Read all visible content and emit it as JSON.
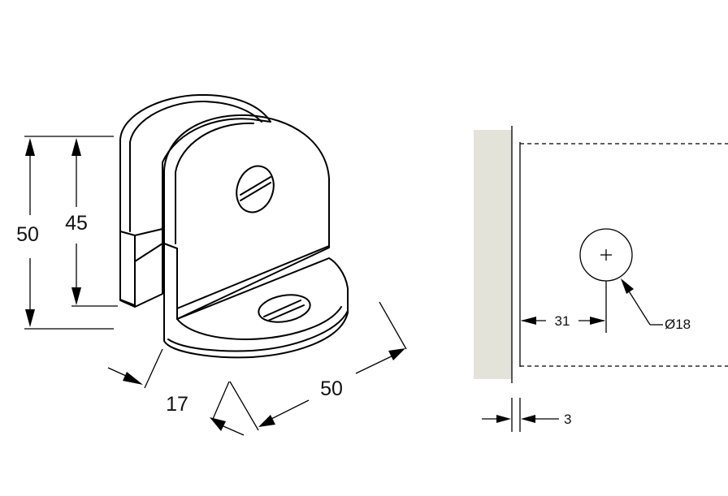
{
  "bracket_dimensions": {
    "height_total": "50",
    "height_inner": "45",
    "depth": "17",
    "width": "50"
  },
  "mounting_detail": {
    "hole_offset": "31",
    "hole_diameter": "Ø18",
    "glass_thickness": "3"
  },
  "colors": {
    "line": "#000000",
    "wall_fill": "#e4e3d9",
    "background": "#ffffff"
  }
}
